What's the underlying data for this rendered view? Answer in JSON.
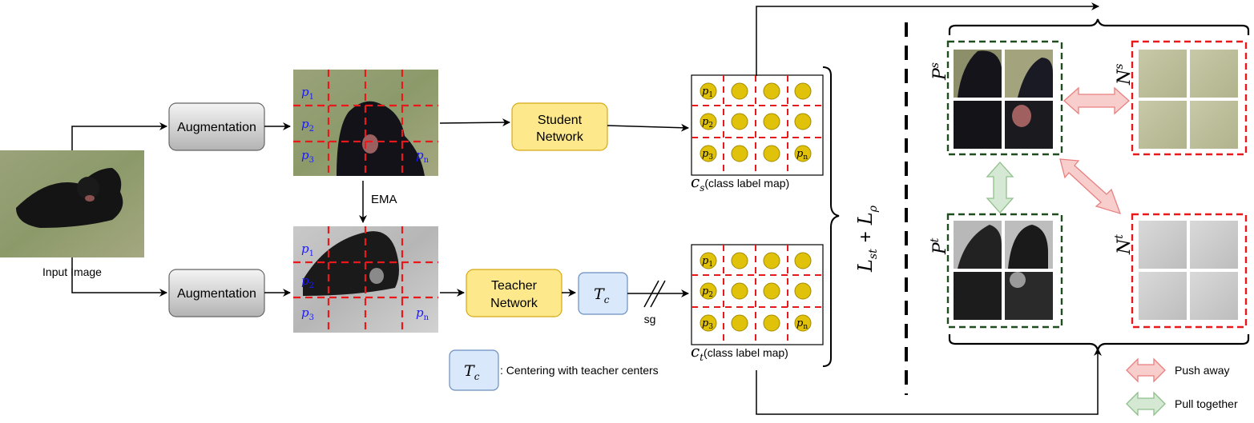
{
  "nodes": {
    "input_image_label": "Input Image",
    "augmentation_top": "Augmentation",
    "augmentation_bottom": "Augmentation",
    "student_network": [
      "Student",
      "Network"
    ],
    "teacher_network": [
      "Teacher",
      "Network"
    ],
    "centering_box": "T",
    "centering_sub": "c",
    "centering_legend_text": ": Centering with teacher centers",
    "ema_label": "EMA",
    "sg_label": "sg"
  },
  "patch_labels": {
    "p1": "p",
    "p1_sub": "1",
    "p2": "p",
    "p2_sub": "2",
    "p3": "p",
    "p3_sub": "3",
    "pn": "p",
    "pn_sub": "n"
  },
  "label_maps": {
    "student_symbol": "c",
    "student_sub": "s",
    "teacher_symbol": "c",
    "teacher_sub": "t",
    "caption": "(class label map)"
  },
  "loss": {
    "L1": "L",
    "L1_sub": "st",
    "plus": "+",
    "L2": "L",
    "L2_sub": "ρ"
  },
  "sets": {
    "Ps": "P",
    "Ps_sup": "s",
    "Ns": "N",
    "Ns_sup": "s",
    "Pt": "P",
    "Pt_sup": "t",
    "Nt": "N",
    "Nt_sup": "t"
  },
  "legend": {
    "push": "Push away",
    "pull": "Pull together"
  },
  "colors": {
    "red_dash": "#e8191b",
    "green_dash": "#1f4d1f",
    "yellow_box": "#fde98c",
    "yellow_border": "#d6a914",
    "blue_box": "#dae8fc",
    "blue_border": "#6c8ebf",
    "dot_fill": "#e0c20b",
    "dot_stroke": "#a38a00",
    "push_fill": "#f8cecc",
    "push_stroke": "#e88080",
    "pull_fill": "#d5e8d4",
    "pull_stroke": "#8fc08a"
  }
}
